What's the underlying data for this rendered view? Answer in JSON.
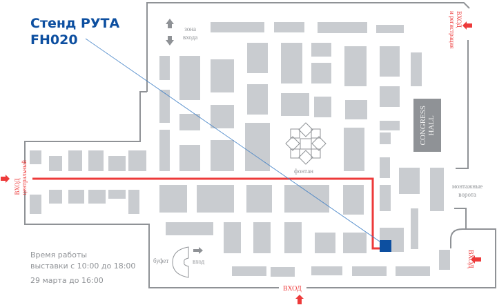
{
  "stand": {
    "title_line1": "Стенд РУТА",
    "title_line2": "FH020",
    "color": "#0d4fa0"
  },
  "hours": {
    "line1": "Время работы",
    "line2": "выставки с 10:00 до 18:00",
    "line3": "29 марта до 16:00"
  },
  "labels": {
    "entry_zone_line1": "зона",
    "entry_zone_line2": "входа",
    "entrance_registration_line1": "вход",
    "entrance_registration_line2": "и регистрация",
    "central_entrance_line1": "вход",
    "central_entrance_line2": "центральный",
    "fountain": "фонтан",
    "congress_line1": "CONGRESS",
    "congress_line2": "HALL",
    "mounting_gate_line1": "монтажные",
    "mounting_gate_line2": "ворота",
    "buffet": "буфет",
    "buffet_entrance": "вход",
    "bottom_entrance": "ВХОД",
    "right_entrance": "ВХОД"
  },
  "colors": {
    "route": "#ed3a3a",
    "booth": "#c9ccd0",
    "wall": "#8f9296",
    "highlight": "#0d4fa0",
    "pointer_line": "#3a7cc4"
  },
  "icons": {
    "entrance_arrow": "arrow-icon",
    "zone_arrows": "up-down-arrow-icon",
    "fountain": "fountain-icon"
  }
}
